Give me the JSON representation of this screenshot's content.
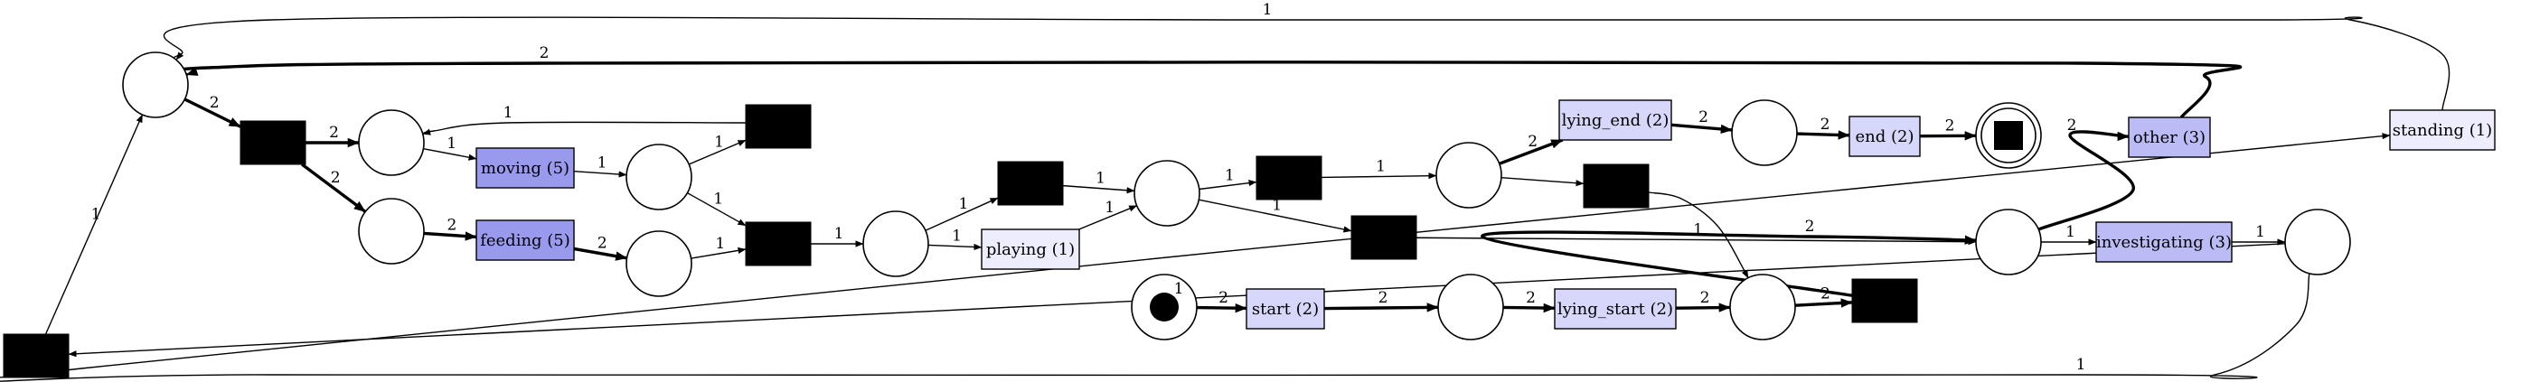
{
  "diagram": {
    "type": "petri-net",
    "colors": {
      "count_5": "#9999ee",
      "count_3": "#bbbbf6",
      "count_2": "#d7d7fb",
      "count_1": "#ededfd",
      "silent": "#000000"
    },
    "places": [
      {
        "id": "p_main"
      },
      {
        "id": "p_a"
      },
      {
        "id": "p_b"
      },
      {
        "id": "p_c"
      },
      {
        "id": "p_d"
      },
      {
        "id": "p_e"
      },
      {
        "id": "p_f"
      },
      {
        "id": "p_g"
      },
      {
        "id": "p_h"
      },
      {
        "id": "p_source",
        "marker": "source"
      },
      {
        "id": "p_i"
      },
      {
        "id": "p_j"
      },
      {
        "id": "p_k"
      },
      {
        "id": "p_l"
      },
      {
        "id": "p_sink",
        "marker": "sink"
      }
    ],
    "transitions": [
      {
        "id": "t_moving",
        "label": "moving (5)",
        "count": 5
      },
      {
        "id": "t_feeding",
        "label": "feeding (5)",
        "count": 5
      },
      {
        "id": "t_playing",
        "label": "playing (1)",
        "count": 1
      },
      {
        "id": "t_start",
        "label": "start (2)",
        "count": 2
      },
      {
        "id": "t_lying_start",
        "label": "lying_start (2)",
        "count": 2
      },
      {
        "id": "t_lying_end",
        "label": "lying_end (2)",
        "count": 2
      },
      {
        "id": "t_end",
        "label": "end (2)",
        "count": 2
      },
      {
        "id": "t_other",
        "label": "other (3)",
        "count": 3
      },
      {
        "id": "t_investigating",
        "label": "investigating (3)",
        "count": 3
      },
      {
        "id": "t_standing",
        "label": "standing (1)",
        "count": 1
      },
      {
        "id": "s1"
      },
      {
        "id": "s2"
      },
      {
        "id": "s3"
      },
      {
        "id": "s4"
      },
      {
        "id": "s5"
      },
      {
        "id": "s6"
      },
      {
        "id": "s7"
      },
      {
        "id": "s8"
      },
      {
        "id": "s9"
      },
      {
        "id": "s10"
      }
    ],
    "arcs": [
      {
        "from": "s2",
        "to": "p_main",
        "weight": "1"
      },
      {
        "from": "p_main",
        "to": "s1",
        "weight": "2"
      },
      {
        "from": "s1",
        "to": "p_a",
        "weight": "2"
      },
      {
        "from": "s1",
        "to": "p_b",
        "weight": "2"
      },
      {
        "from": "s3",
        "to": "p_a",
        "weight": "1"
      },
      {
        "from": "p_a",
        "to": "t_moving",
        "weight": "1"
      },
      {
        "from": "p_b",
        "to": "t_feeding",
        "weight": "2"
      },
      {
        "from": "t_moving",
        "to": "p_c",
        "weight": "1"
      },
      {
        "from": "t_feeding",
        "to": "p_d",
        "weight": "2"
      },
      {
        "from": "p_c",
        "to": "s3",
        "weight": "1"
      },
      {
        "from": "p_c",
        "to": "s4",
        "weight": "1"
      },
      {
        "from": "p_d",
        "to": "s4",
        "weight": "1"
      },
      {
        "from": "s4",
        "to": "p_e",
        "weight": "1"
      },
      {
        "from": "p_e",
        "to": "s5",
        "weight": "1"
      },
      {
        "from": "p_e",
        "to": "t_playing",
        "weight": "1"
      },
      {
        "from": "s5",
        "to": "p_f",
        "weight": "1"
      },
      {
        "from": "t_playing",
        "to": "p_f",
        "weight": "1"
      },
      {
        "from": "p_f",
        "to": "s6",
        "weight": "1"
      },
      {
        "from": "p_f",
        "to": "s7",
        "weight": "1"
      },
      {
        "from": "s6",
        "to": "p_g",
        "weight": "1"
      },
      {
        "from": "p_g",
        "to": "t_lying_end",
        "weight": "2"
      },
      {
        "from": "p_g",
        "to": "s8"
      },
      {
        "from": "t_lying_end",
        "to": "p_h",
        "weight": "2"
      },
      {
        "from": "p_h",
        "to": "t_end",
        "weight": "2"
      },
      {
        "from": "t_end",
        "to": "p_sink",
        "weight": "2"
      },
      {
        "from": "p_source",
        "to": "t_start",
        "weight": "2"
      },
      {
        "from": "t_start",
        "to": "p_i",
        "weight": "2"
      },
      {
        "from": "p_i",
        "to": "t_lying_start",
        "weight": "2"
      },
      {
        "from": "t_lying_start",
        "to": "p_j",
        "weight": "2"
      },
      {
        "from": "s8",
        "to": "p_j"
      },
      {
        "from": "p_j",
        "to": "s9",
        "weight": "2"
      },
      {
        "from": "s9",
        "to": "p_k",
        "weight": "2"
      },
      {
        "from": "s7",
        "to": "p_k",
        "weight": "1"
      },
      {
        "from": "p_k",
        "to": "t_other",
        "weight": "2"
      },
      {
        "from": "p_k",
        "to": "t_investigating",
        "weight": "1"
      },
      {
        "from": "t_investigating",
        "to": "p_l",
        "weight": "1"
      },
      {
        "from": "p_l",
        "to": "t_standing",
        "weight": "1"
      },
      {
        "from": "p_l",
        "to": "s2",
        "weight": "1"
      },
      {
        "from": "t_standing",
        "to": "p_main",
        "weight": "1"
      },
      {
        "from": "t_other",
        "to": "p_main",
        "weight": "2"
      }
    ]
  }
}
